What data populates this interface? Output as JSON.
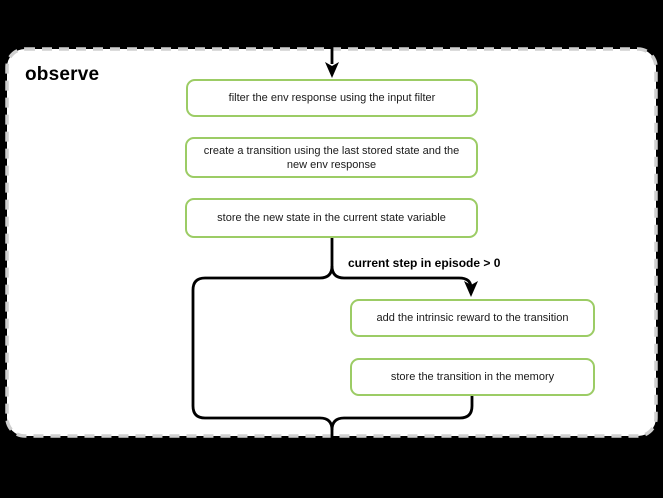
{
  "diagram": {
    "container_label": "observe",
    "condition_label": "current step in episode > 0",
    "nodes": [
      {
        "id": "filter-env-response",
        "label": "filter the env response using the input filter"
      },
      {
        "id": "create-transition",
        "label": "create a transition using the last stored state and the new env response"
      },
      {
        "id": "store-new-state",
        "label": "store the new state in the current state variable"
      },
      {
        "id": "add-intrinsic-reward",
        "label": "add the intrinsic reward to the transition"
      },
      {
        "id": "store-transition-memory",
        "label": "store the transition in the memory"
      }
    ],
    "colors": {
      "page_background": "#000000",
      "container_background": "#ffffff",
      "container_border": "#cfcfcf",
      "node_border": "#9ccc65",
      "node_background": "#ffffff",
      "flow_line": "#000000",
      "text": "#1a1a1a"
    }
  }
}
